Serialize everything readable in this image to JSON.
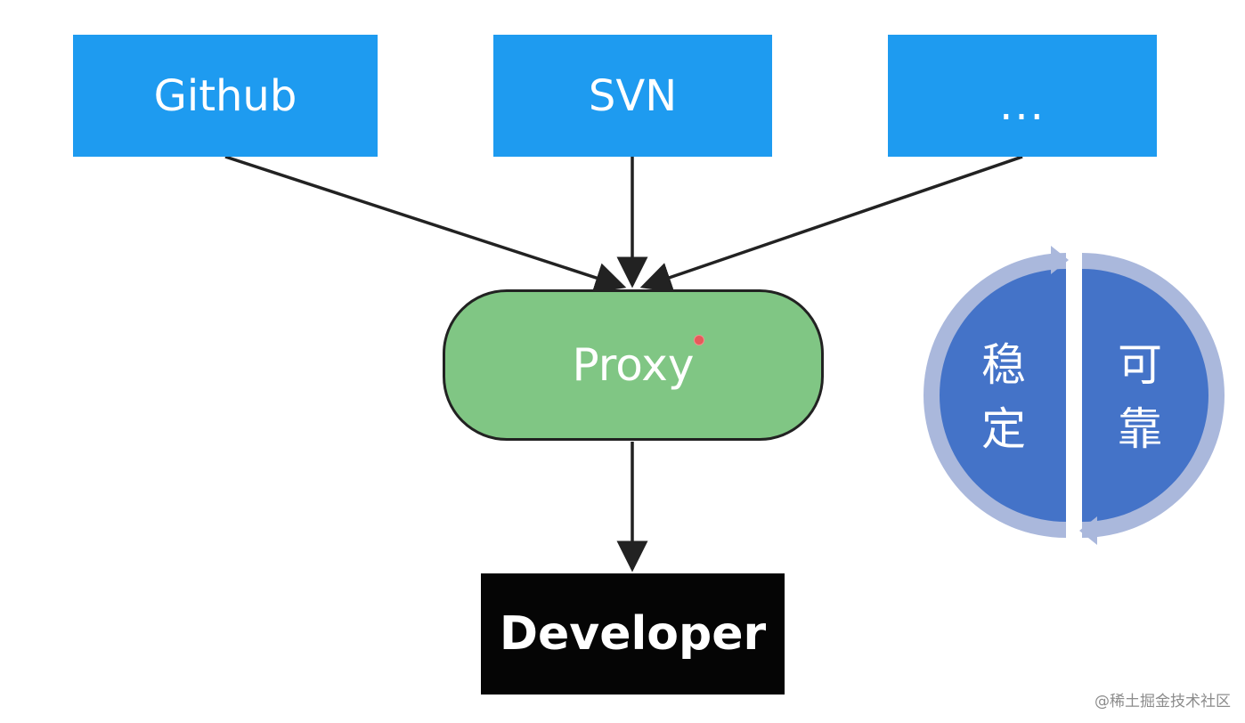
{
  "sources": [
    {
      "label": "Github"
    },
    {
      "label": "SVN"
    },
    {
      "label": "..."
    }
  ],
  "proxy": {
    "label": "Proxy"
  },
  "developer": {
    "label": "Developer"
  },
  "cycle": {
    "left_chars": [
      "稳",
      "定"
    ],
    "right_chars": [
      "可",
      "靠"
    ]
  },
  "watermark": "@稀土掘金技术社区",
  "colors": {
    "source_box": "#1e9bf0",
    "proxy_fill": "#80c684",
    "developer_fill": "#050505",
    "cycle_fill": "#4473c8",
    "cycle_ring": "#aab8dc",
    "arrow": "#222222"
  }
}
